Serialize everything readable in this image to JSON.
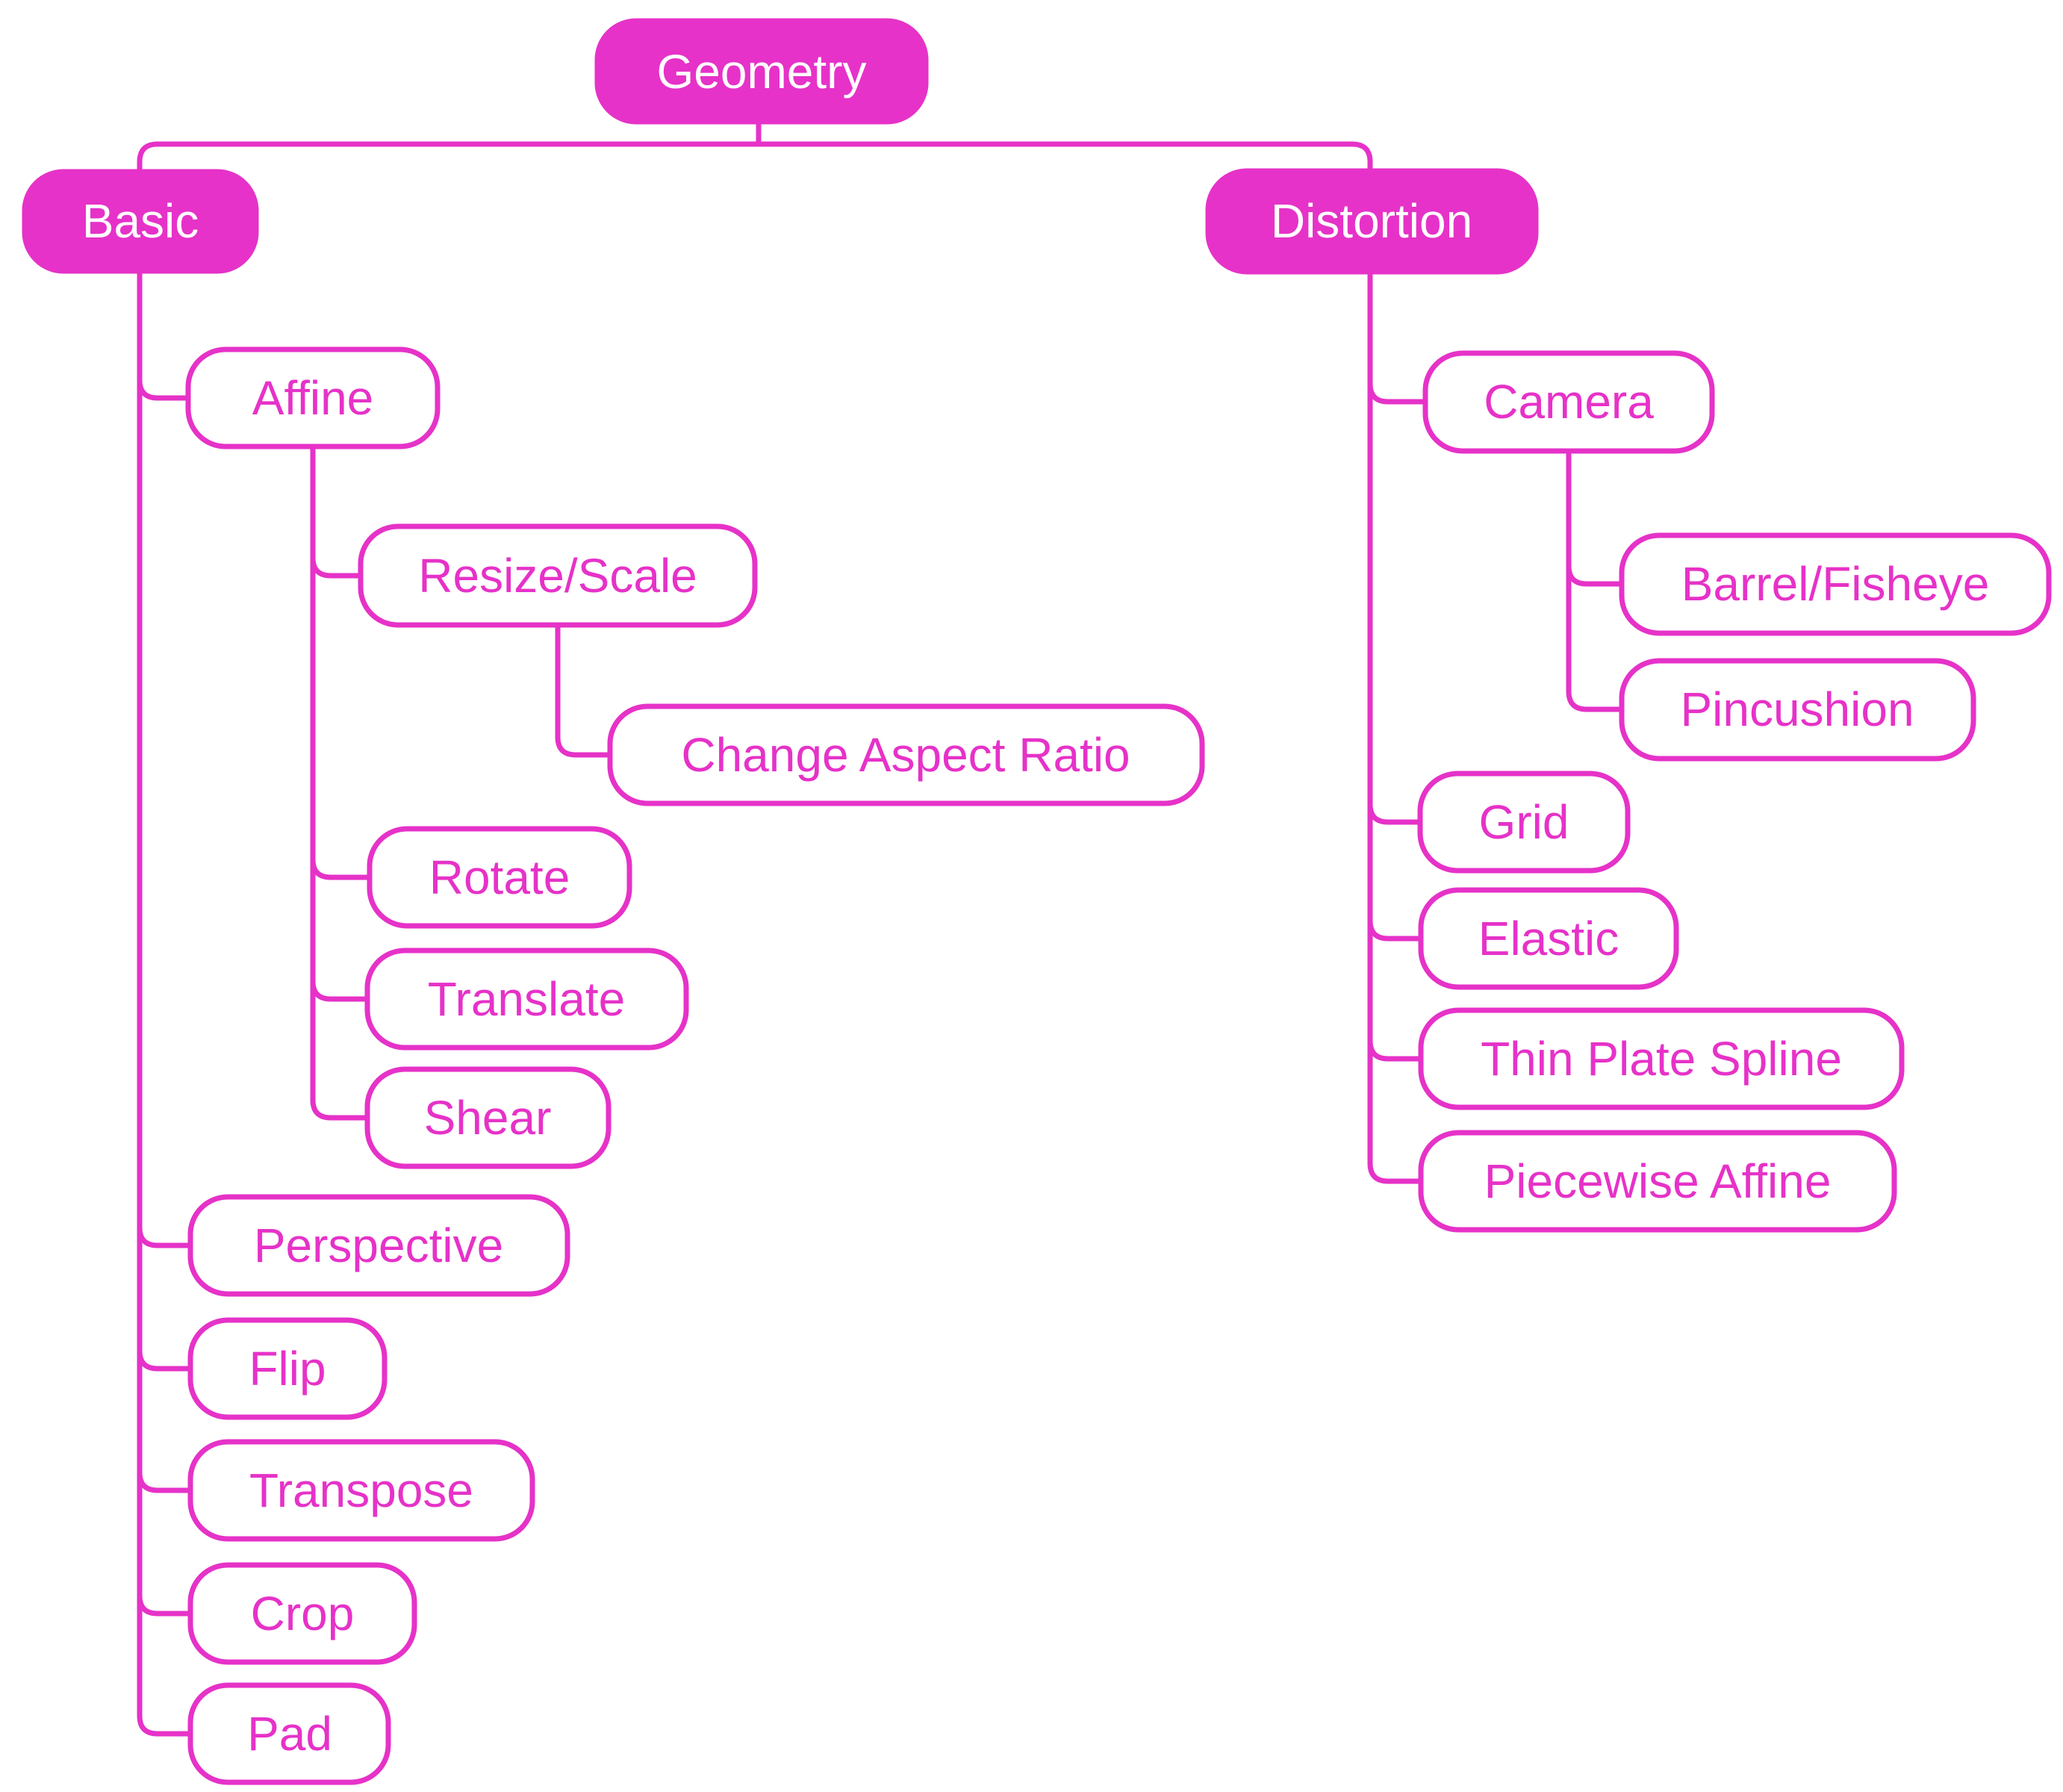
{
  "diagram": {
    "kind": "mindmap-tree",
    "root_label": "Geometry",
    "hierarchy": {
      "label": "Geometry",
      "children": [
        {
          "label": "Basic",
          "children": [
            {
              "label": "Affine",
              "children": [
                {
                  "label": "Resize/Scale",
                  "children": [
                    {
                      "label": "Change Aspect Ratio"
                    }
                  ]
                },
                {
                  "label": "Rotate"
                },
                {
                  "label": "Translate"
                },
                {
                  "label": "Shear"
                }
              ]
            },
            {
              "label": "Perspective"
            },
            {
              "label": "Flip"
            },
            {
              "label": "Transpose"
            },
            {
              "label": "Crop"
            },
            {
              "label": "Pad"
            }
          ]
        },
        {
          "label": "Distortion",
          "children": [
            {
              "label": "Camera",
              "children": [
                {
                  "label": "Barrel/Fisheye"
                },
                {
                  "label": "Pincushion"
                }
              ]
            },
            {
              "label": "Grid"
            },
            {
              "label": "Elastic"
            },
            {
              "label": "Thin Plate Spline"
            },
            {
              "label": "Piecewise Affine"
            }
          ]
        }
      ]
    }
  },
  "nodes": {
    "geometry": "Geometry",
    "basic": "Basic",
    "distortion": "Distortion",
    "affine": "Affine",
    "resize_scale": "Resize/Scale",
    "change_aspect_ratio": "Change Aspect Ratio",
    "rotate": "Rotate",
    "translate": "Translate",
    "shear": "Shear",
    "perspective": "Perspective",
    "flip": "Flip",
    "transpose": "Transpose",
    "crop": "Crop",
    "pad": "Pad",
    "camera": "Camera",
    "barrel_fisheye": "Barrel/Fisheye",
    "pincushion": "Pincushion",
    "grid": "Grid",
    "elastic": "Elastic",
    "thin_plate_spline": "Thin Plate Spline",
    "piecewise_affine": "Piecewise Affine"
  },
  "colors": {
    "accent": "#e632c8",
    "filled_node_text": "#ffffff",
    "outline_node_fill": "#ffffff",
    "background": "#ffffff"
  }
}
